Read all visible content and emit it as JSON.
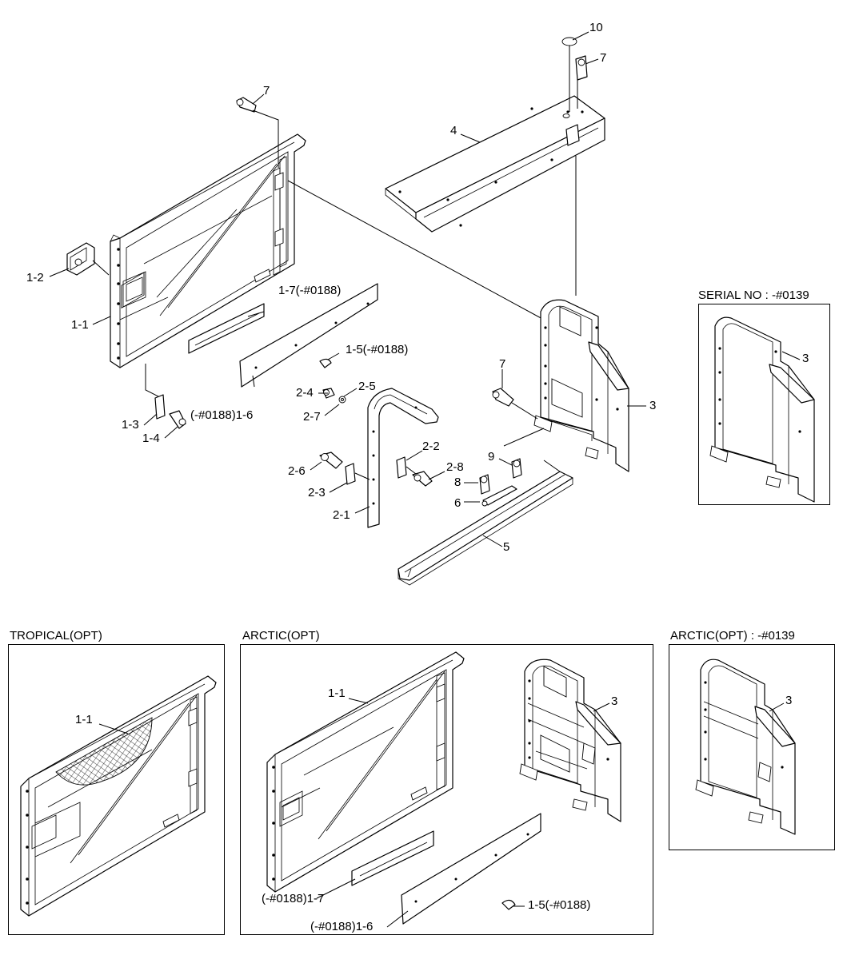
{
  "main": {
    "callouts": {
      "c10": "10",
      "c7_top_right": "7",
      "c7_top_left": "7",
      "c4": "4",
      "c1_2": "1-2",
      "c1_1": "1-1",
      "c1_7": "1-7(-#0188)",
      "c1_5": "1-5(-#0188)",
      "c1_6": "(-#0188)1-6",
      "c1_3": "1-3",
      "c1_4": "1-4",
      "c2_4": "2-4",
      "c2_5": "2-5",
      "c2_7": "2-7",
      "c2_2": "2-2",
      "c2_6": "2-6",
      "c2_8": "2-8",
      "c2_3": "2-3",
      "c2_1": "2-1",
      "c7_mid": "7",
      "c3": "3",
      "c9": "9",
      "c8": "8",
      "c6": "6",
      "c5": "5"
    }
  },
  "serial_box": {
    "title": "SERIAL NO : -#0139",
    "callout_3": "3"
  },
  "tropical_box": {
    "title": "TROPICAL(OPT)",
    "callout_1_1": "1-1"
  },
  "arctic_box": {
    "title": "ARCTIC(OPT)",
    "callout_1_1": "1-1",
    "callout_3": "3",
    "callout_1_7": "(-#0188)1-7",
    "callout_1_6": "(-#0188)1-6",
    "callout_1_5": "1-5(-#0188)"
  },
  "arctic_serial_box": {
    "title": "ARCTIC(OPT) : -#0139",
    "callout_3": "3"
  }
}
